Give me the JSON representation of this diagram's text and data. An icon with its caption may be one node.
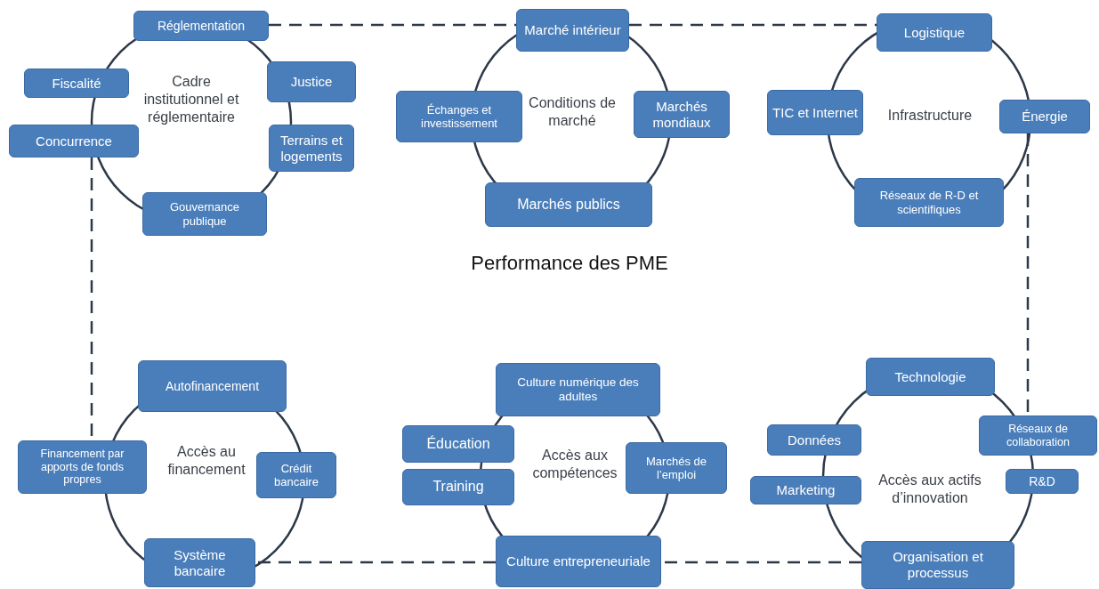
{
  "diagram": {
    "title": "Performance des PME",
    "nodes": [
      {
        "text": [
          "Cadre institutionnel et réglementaire"
        ]
      },
      {
        "text": [
          "Réglementation"
        ]
      },
      {
        "text": [
          "Fiscalité"
        ]
      },
      {
        "text": [
          "Justice"
        ]
      },
      {
        "text": [
          "Concurrence"
        ]
      },
      {
        "text": [
          "Terrains et logements"
        ]
      },
      {
        "text": [
          "Gouvernance publique"
        ]
      },
      {
        "text": [
          "Conditions de marché"
        ]
      },
      {
        "text": [
          "Marché intérieur"
        ]
      },
      {
        "text": [
          "Échanges et investissement"
        ]
      },
      {
        "text": [
          "Marchés mondiaux"
        ]
      },
      {
        "text": [
          "Marchés publics"
        ]
      },
      {
        "text": [
          "Infrastructure"
        ]
      },
      {
        "text": [
          "Logistique"
        ]
      },
      {
        "text": [
          "TIC et Internet"
        ]
      },
      {
        "text": [
          "Énergie"
        ]
      },
      {
        "text": [
          "Réseaux de R-D et scientifiques"
        ]
      },
      {
        "text": [
          "Accès au financement"
        ]
      },
      {
        "text": [
          "Autofinancement"
        ]
      },
      {
        "text": [
          "Financement par apports de fonds propres"
        ]
      },
      {
        "text": [
          "Crédit bancaire"
        ]
      },
      {
        "text": [
          "Système bancaire"
        ]
      },
      {
        "text": [
          "Accès aux compétences"
        ]
      },
      {
        "text": [
          "Culture numérique des adultes"
        ]
      },
      {
        "text": [
          "Éducation"
        ]
      },
      {
        "text": [
          "Training"
        ]
      },
      {
        "text": [
          "Marchés de l’emploi"
        ]
      },
      {
        "text": [
          "Culture entrepreneuriale"
        ]
      },
      {
        "text": [
          "Accès aux actifs d’innovation"
        ]
      },
      {
        "text": [
          "Technologie"
        ]
      },
      {
        "text": [
          "Données"
        ]
      },
      {
        "text": [
          "Réseaux de collaboration"
        ]
      },
      {
        "text": [
          "Marketing"
        ]
      },
      {
        "text": [
          "R&D"
        ]
      },
      {
        "text": [
          "Organisation et processus"
        ]
      }
    ],
    "edges": [
      {
        "from": 1,
        "to": 8,
        "arrow": "none",
        "style": "dashed"
      },
      {
        "from": 8,
        "to": 13,
        "arrow": "none",
        "style": "dashed"
      },
      {
        "from": 15,
        "to": 31,
        "arrow": "none",
        "style": "dashed"
      },
      {
        "from": 34,
        "to": 27,
        "arrow": "none",
        "style": "dashed"
      },
      {
        "from": 27,
        "to": 21,
        "arrow": "none",
        "style": "dashed"
      },
      {
        "from": 4,
        "to": 19,
        "arrow": "none",
        "style": "dashed"
      }
    ]
  }
}
